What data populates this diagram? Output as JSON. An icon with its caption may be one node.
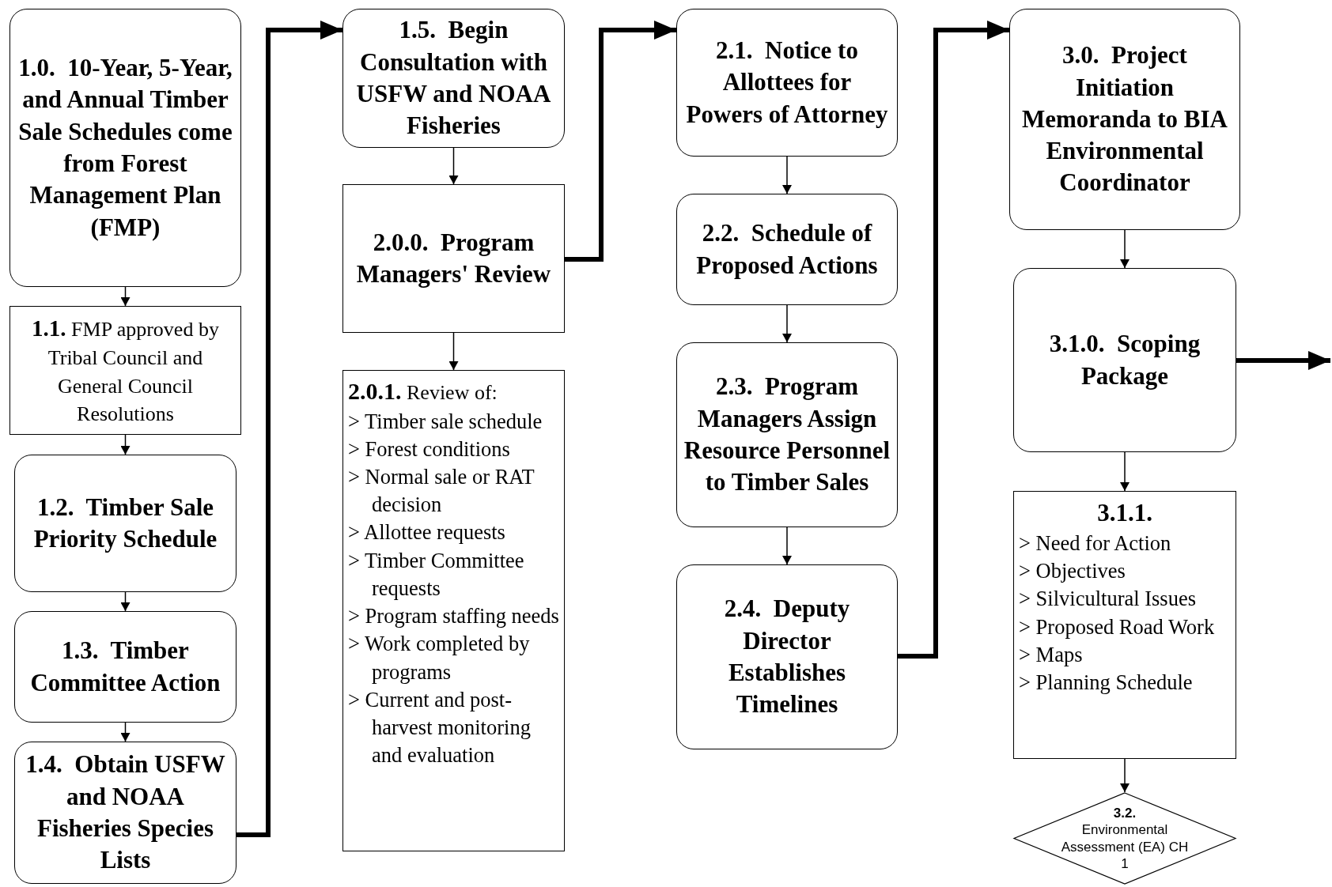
{
  "diagram": {
    "nodes": [
      {
        "text": [
          "1.0.  10-Year, 5-Year,  and Annual Timber Sale Schedules come from Forest Management Plan (FMP)"
        ]
      },
      {
        "text": [
          "**1.1.** FMP approved by Tribal Council and General Council Resolutions"
        ]
      },
      {
        "text": [
          "1.2.  Timber Sale Priority Schedule"
        ]
      },
      {
        "text": [
          "1.3.  Timber Committee Action"
        ]
      },
      {
        "text": [
          "1.4.  Obtain USFW and NOAA Fisheries Species Lists"
        ]
      },
      {
        "text": [
          "1.5.  Begin Consultation with USFW and NOAA Fisheries"
        ]
      },
      {
        "text": [
          "2.0.0.  Program Managers' Review"
        ]
      },
      {
        "text": [
          "**2.0.1.** Review of:",
          "> Timber sale schedule",
          "> Forest conditions",
          "> Normal sale or RAT decision",
          "> Allottee requests",
          "> Timber Committee requests",
          "> Program staffing needs",
          "> Work completed by programs",
          "> Current and post-harvest monitoring and evaluation"
        ]
      },
      {
        "text": [
          "2.1.  Notice to Allottees for Powers of Attorney"
        ]
      },
      {
        "text": [
          "2.2.  Schedule of Proposed Actions"
        ]
      },
      {
        "text": [
          "2.3.  Program Managers Assign Resource Personnel to Timber Sales"
        ]
      },
      {
        "text": [
          "2.4.  Deputy Director Establishes Timelines"
        ]
      },
      {
        "text": [
          "3.0.  Project Initiation Memoranda to BIA Environmental Coordinator"
        ]
      },
      {
        "text": [
          "3.1.0.  Scoping Package"
        ]
      },
      {
        "text": [
          "3.1.1.",
          "> Need for Action",
          "> Objectives",
          "> Silvicultural Issues",
          "> Proposed Road Work",
          "> Maps",
          "> Planning Schedule"
        ]
      },
      {
        "text": [
          "3.2.",
          "Environmental Assessment (EA) CH 1"
        ]
      }
    ],
    "edges": [
      {
        "from": 0,
        "to": 1,
        "arrow": "to"
      },
      {
        "from": 1,
        "to": 2,
        "arrow": "to"
      },
      {
        "from": 2,
        "to": 3,
        "arrow": "to"
      },
      {
        "from": 3,
        "to": 4,
        "arrow": "to"
      },
      {
        "from": 4,
        "to": 5,
        "arrow": "to",
        "style": "thick"
      },
      {
        "from": 5,
        "to": 6,
        "arrow": "to"
      },
      {
        "from": 6,
        "to": 7,
        "arrow": "to"
      },
      {
        "from": 6,
        "to": 8,
        "arrow": "to",
        "style": "thick"
      },
      {
        "from": 8,
        "to": 9,
        "arrow": "to"
      },
      {
        "from": 9,
        "to": 10,
        "arrow": "to"
      },
      {
        "from": 10,
        "to": 11,
        "arrow": "to"
      },
      {
        "from": 11,
        "to": 12,
        "arrow": "to",
        "style": "thick"
      },
      {
        "from": 12,
        "to": 13,
        "arrow": "to"
      },
      {
        "from": 13,
        "to": 14,
        "arrow": "to"
      },
      {
        "from": 14,
        "to": 15,
        "arrow": "to"
      },
      {
        "from": 13,
        "to": null,
        "arrow": "to",
        "style": "thick"
      }
    ]
  }
}
